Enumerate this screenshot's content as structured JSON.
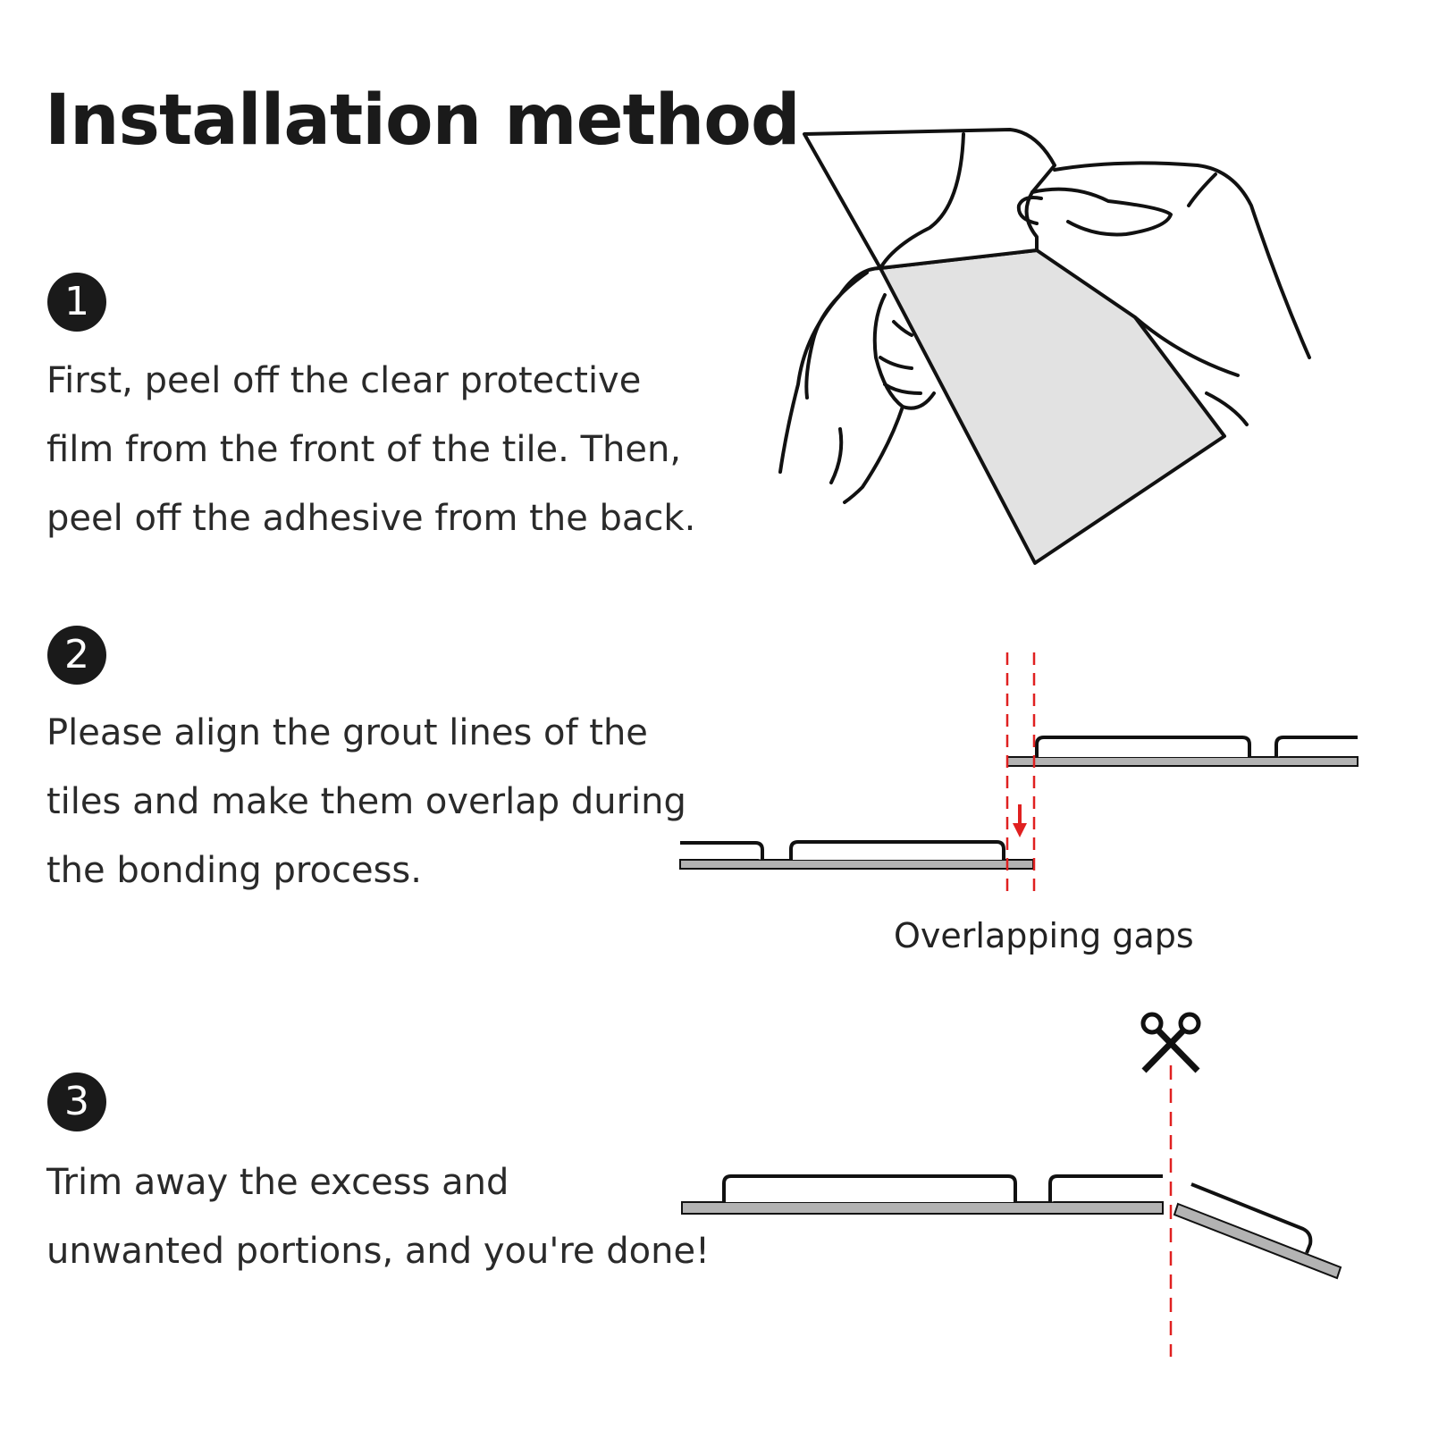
{
  "title": "Installation method",
  "steps": [
    {
      "number": "1",
      "lines": [
        "First, peel off the clear protective",
        "film from the front of the tile. Then,",
        "peel off the adhesive from the back."
      ]
    },
    {
      "number": "2",
      "lines": [
        "Please align the grout lines of the",
        "tiles and make them overlap during",
        "the bonding process."
      ]
    },
    {
      "number": "3",
      "lines": [
        "Trim away the excess and",
        "unwanted portions, and you're done!"
      ]
    }
  ],
  "diagram": {
    "overlap_caption": "Overlapping gaps",
    "icons": [
      "hands-peeling-tile-illustration",
      "red-arrow-down-icon",
      "scissors-icon"
    ],
    "colors": {
      "guide_line": "#e02020",
      "tile_base": "#b3b3b3",
      "ink": "#111111"
    }
  }
}
